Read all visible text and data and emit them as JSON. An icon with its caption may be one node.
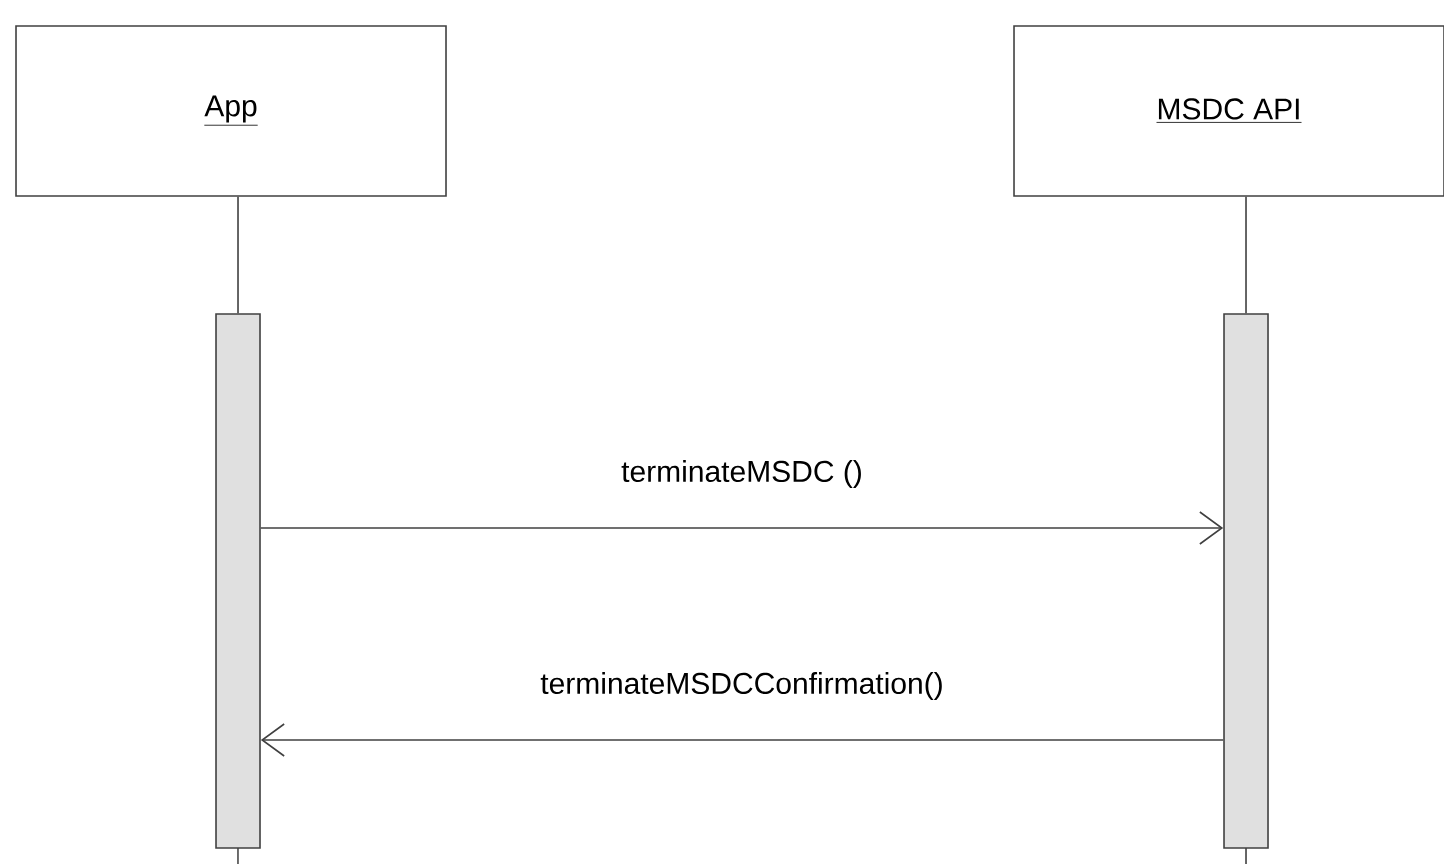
{
  "diagram": {
    "nodes": [
      {
        "text": [
          "App"
        ]
      },
      {
        "text": [
          "MSDC API"
        ]
      },
      {
        "text": [],
        "shape": "bar"
      },
      {
        "text": [],
        "shape": "bar"
      }
    ],
    "edges": [
      {
        "from": 0,
        "to": 2,
        "arrow": "none"
      },
      {
        "from": 1,
        "to": 3,
        "arrow": "none"
      },
      {
        "from": 2,
        "to": 3,
        "arrow": "to",
        "label": "terminateMSDC ()"
      },
      {
        "from": 3,
        "to": 2,
        "arrow": "to",
        "label": "terminateMSDCConfirmation()"
      }
    ]
  }
}
